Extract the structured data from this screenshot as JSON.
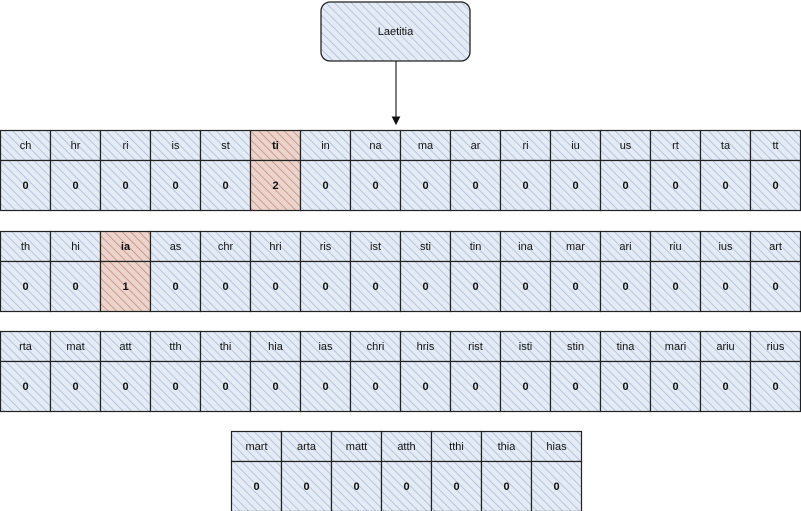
{
  "root": {
    "label": "Laetitia"
  },
  "colors": {
    "cell_fill": "#dde6f1",
    "cell_stroke": "#222222",
    "highlight_fill": "#e6c7bd",
    "hatch": "#9fb6d6",
    "highlight_hatch": "#c79a8a"
  },
  "rows": [
    {
      "tokens": [
        "ch",
        "hr",
        "ri",
        "is",
        "st",
        "ti",
        "in",
        "na",
        "ma",
        "ar",
        "ri",
        "iu",
        "us",
        "rt",
        "ta",
        "tt"
      ],
      "values": [
        "0",
        "0",
        "0",
        "0",
        "0",
        "2",
        "0",
        "0",
        "0",
        "0",
        "0",
        "0",
        "0",
        "0",
        "0",
        "0"
      ],
      "highlight": [
        5
      ]
    },
    {
      "tokens": [
        "th",
        "hi",
        "ia",
        "as",
        "chr",
        "hri",
        "ris",
        "ist",
        "sti",
        "tin",
        "ina",
        "mar",
        "ari",
        "riu",
        "ius",
        "art"
      ],
      "values": [
        "0",
        "0",
        "1",
        "0",
        "0",
        "0",
        "0",
        "0",
        "0",
        "0",
        "0",
        "0",
        "0",
        "0",
        "0",
        "0"
      ],
      "highlight": [
        2
      ]
    },
    {
      "tokens": [
        "rta",
        "mat",
        "att",
        "tth",
        "thi",
        "hia",
        "ias",
        "chri",
        "hris",
        "rist",
        "isti",
        "stin",
        "tina",
        "mari",
        "ariu",
        "rius"
      ],
      "values": [
        "0",
        "0",
        "0",
        "0",
        "0",
        "0",
        "0",
        "0",
        "0",
        "0",
        "0",
        "0",
        "0",
        "0",
        "0",
        "0"
      ],
      "highlight": []
    },
    {
      "tokens": [
        "mart",
        "arta",
        "matt",
        "atth",
        "tthi",
        "thia",
        "hias"
      ],
      "values": [
        "0",
        "0",
        "0",
        "0",
        "0",
        "0",
        "0"
      ],
      "highlight": []
    }
  ]
}
